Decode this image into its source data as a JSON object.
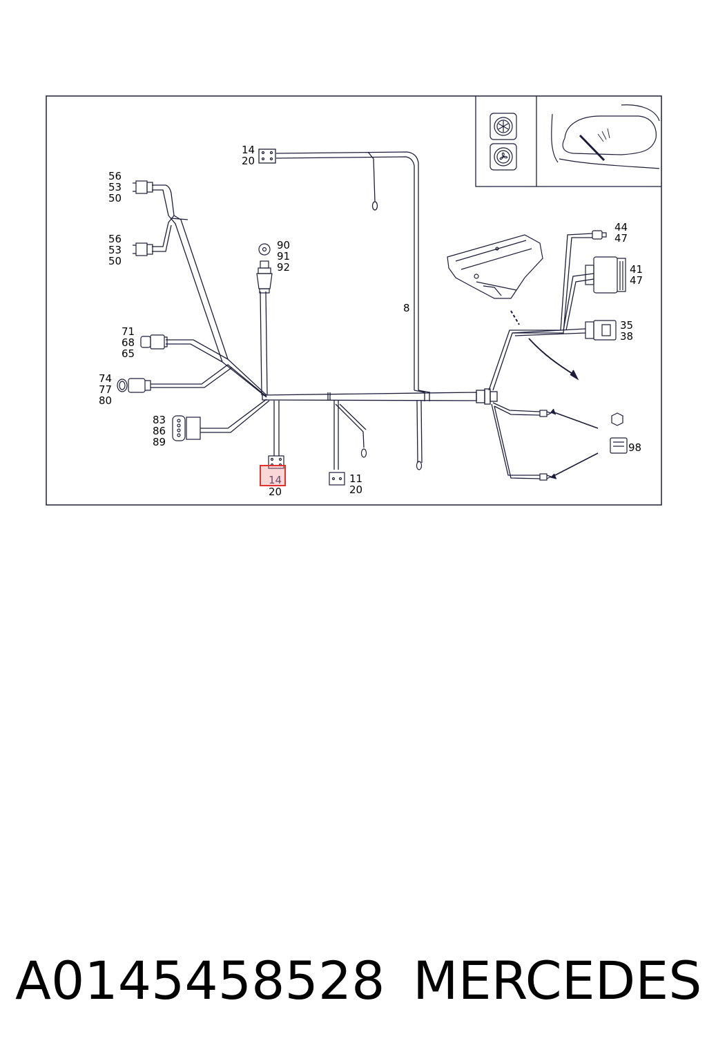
{
  "diagram": {
    "callouts": {
      "top_connector": [
        "14",
        "20"
      ],
      "connector_56": [
        "56",
        "53",
        "50"
      ],
      "connector_56b": [
        "56",
        "53",
        "50"
      ],
      "connector_71": [
        "71",
        "68",
        "65"
      ],
      "connector_74": [
        "74",
        "77",
        "80"
      ],
      "connector_83": [
        "83",
        "86",
        "89"
      ],
      "sensor_90": [
        "90",
        "91",
        "92"
      ],
      "branch_8": [
        "8"
      ],
      "bottom_connector_a": [
        "14",
        "20"
      ],
      "bottom_connector_b": [
        "11",
        "20"
      ],
      "connector_44": [
        "44",
        "47"
      ],
      "connector_41": [
        "41",
        "47"
      ],
      "connector_35": [
        "35",
        "38"
      ],
      "relay_98": [
        "98"
      ]
    },
    "highlighted_callout": "14",
    "colors": {
      "line": "#1c1c3a",
      "frame": "#1c1c3a",
      "highlight": "#e03030"
    },
    "inset_icons": [
      "snowflake-icon",
      "fan-icon",
      "windshield-wiper-icon"
    ]
  },
  "caption": {
    "part_number": "A0145458528",
    "brand": "MERCEDES"
  }
}
